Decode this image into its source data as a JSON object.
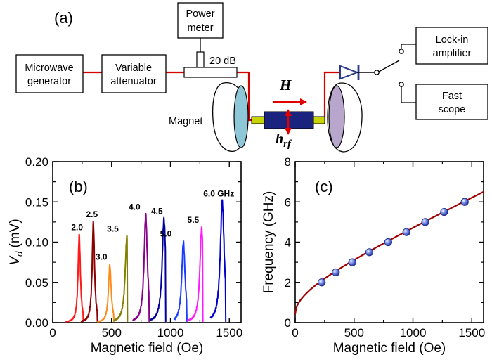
{
  "panel_a": {
    "label": "(a)",
    "boxes": {
      "microwave": [
        "Microwave",
        "generator"
      ],
      "attenuator": [
        "Variable",
        "attenuator"
      ],
      "power_meter": [
        "Power",
        "meter"
      ],
      "lockin": [
        "Lock-in",
        "amplifier"
      ],
      "scope": [
        "Fast",
        "scope"
      ]
    },
    "coupler_label": "20 dB",
    "magnet_label": "Magnet",
    "field_H": "H",
    "field_h": "h",
    "field_h_sub": "rf",
    "colors": {
      "line": "#d40000",
      "magnet_fill": "#8ec8d8",
      "magnet_fill_right": "#b8a6cc",
      "sample": "#1a237e",
      "stripline": "#c8d400",
      "diode": "#2a3a8a"
    }
  },
  "chart_data": [
    {
      "type": "line",
      "panel_label": "(b)",
      "xlabel": "Magnetic field (Oe)",
      "ylabel": "V",
      "ylabel_sub": "d",
      "ylabel_unit": " (mV)",
      "xlim": [
        0,
        1600
      ],
      "ylim": [
        0,
        0.2
      ],
      "xticks": [
        "0",
        "500",
        "1000",
        "1500"
      ],
      "yticks": [
        "0.00",
        "0.05",
        "0.10",
        "0.15",
        "0.20"
      ],
      "series": [
        {
          "name": "2.0",
          "color": "#ff1a1a",
          "center": 225,
          "width": 12,
          "peak": 0.108,
          "span": [
            110,
            260
          ]
        },
        {
          "name": "2.5",
          "color": "#8b0000",
          "center": 345,
          "width": 12,
          "peak": 0.124,
          "span": [
            240,
            380
          ]
        },
        {
          "name": "3.0",
          "color": "#ff8c1a",
          "center": 485,
          "width": 14,
          "peak": 0.071,
          "span": [
            380,
            520
          ]
        },
        {
          "name": "3.5",
          "color": "#808000",
          "center": 630,
          "width": 18,
          "peak": 0.106,
          "span": [
            520,
            635
          ]
        },
        {
          "name": "4.0",
          "color": "#8b008b",
          "center": 790,
          "width": 17,
          "peak": 0.133,
          "span": [
            680,
            820
          ]
        },
        {
          "name": "4.5",
          "color": "#00009c",
          "center": 945,
          "width": 19,
          "peak": 0.128,
          "span": [
            830,
            960
          ]
        },
        {
          "name": "5.0",
          "color": "#1a3cff",
          "center": 1110,
          "width": 17,
          "peak": 0.1,
          "span": [
            1030,
            1140
          ]
        },
        {
          "name": "5.5",
          "color": "#ff1aff",
          "center": 1265,
          "width": 18,
          "peak": 0.117,
          "span": [
            1140,
            1275
          ]
        },
        {
          "name": "6.0 GHz",
          "color": "#0000cd",
          "center": 1440,
          "width": 20,
          "peak": 0.15,
          "span": [
            1340,
            1470
          ]
        }
      ]
    },
    {
      "type": "scatter",
      "panel_label": "(c)",
      "xlabel": "Magnetic field (Oe)",
      "ylabel": "Frequency (GHz)",
      "xlim": [
        0,
        1600
      ],
      "ylim": [
        0,
        8
      ],
      "xticks": [
        "0",
        "500",
        "1000",
        "1500"
      ],
      "yticks": [
        "0",
        "2",
        "4",
        "6",
        "8"
      ],
      "x": [
        225,
        345,
        485,
        630,
        790,
        945,
        1105,
        1265,
        1440
      ],
      "y": [
        2.0,
        2.5,
        3.0,
        3.5,
        4.0,
        4.5,
        5.0,
        5.5,
        6.0
      ],
      "fit_color": "#a00000",
      "point_color": "#3a4fd0"
    }
  ]
}
